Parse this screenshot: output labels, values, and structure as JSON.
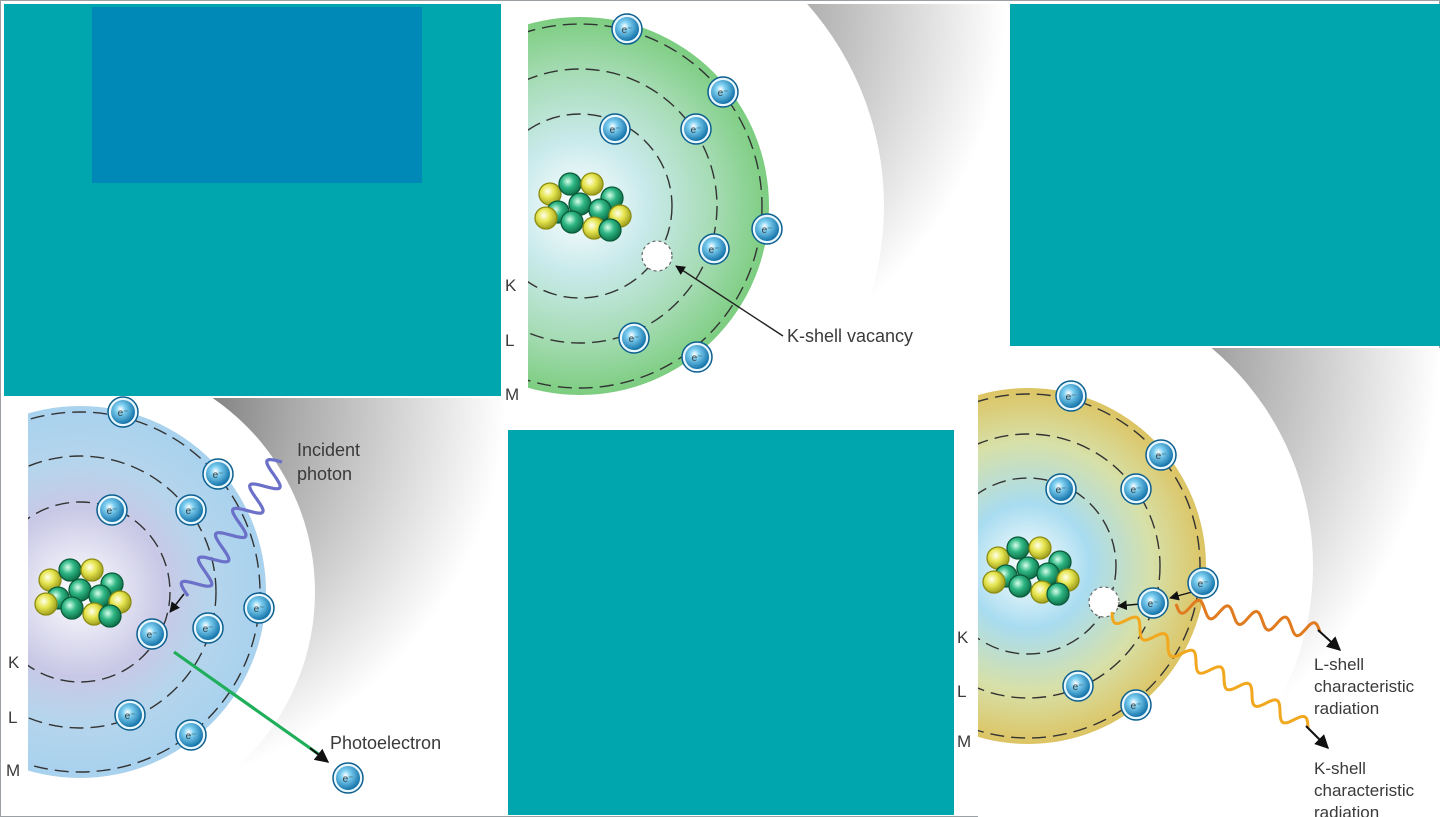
{
  "colors": {
    "teal": "#00a6ad",
    "blue_rect": "#0088b6",
    "page_border": "#9aa0a3",
    "electron": "#1b8fc9",
    "photon": "#6b70c8",
    "photoelectron_track": "#1fae5a",
    "l_radiation": "#e07b20",
    "k_radiation": "#f1a81e",
    "nucleus_green": "#1a9a6a",
    "nucleus_yellow": "#e3e24a"
  },
  "electron_symbol": "e⁻",
  "panel1": {
    "shell_labels": [
      "K",
      "L",
      "M"
    ],
    "incident_photon_label": [
      "Incident",
      "photon"
    ],
    "photoelectron_label": "Photoelectron"
  },
  "panel2": {
    "shell_labels": [
      "K",
      "L",
      "M"
    ],
    "vacancy_label": "K-shell vacancy"
  },
  "panel3": {
    "shell_labels": [
      "K",
      "L",
      "M"
    ],
    "l_shell_label": [
      "L-shell",
      "characteristic",
      "radiation"
    ],
    "k_shell_label": [
      "K-shell",
      "characteristic",
      "radiation"
    ]
  }
}
